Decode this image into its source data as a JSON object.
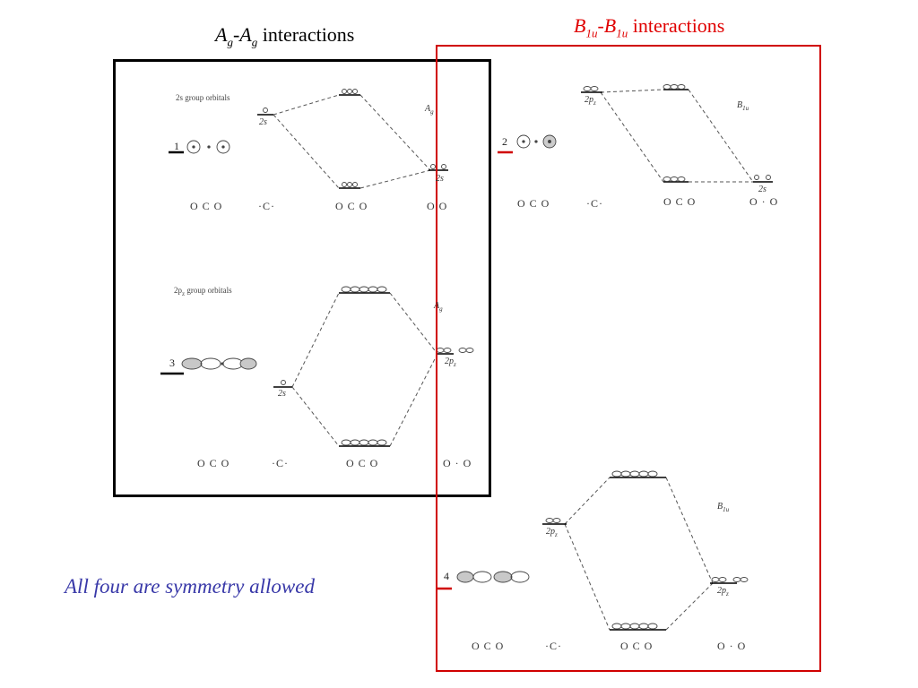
{
  "titles": {
    "ag": {
      "sym": "A",
      "sub": "g",
      "sym2": "A",
      "sub2": "g",
      "text": " interactions"
    },
    "b1u": {
      "sym": "B",
      "sub": "1u",
      "sym2": "B",
      "sub2": "1u",
      "text": " interactions"
    }
  },
  "colors": {
    "ag_box": "#000000",
    "b1u_box": "#d00000",
    "note": "#3838a8",
    "orbital_fill": "#c8c8c8"
  },
  "panels": {
    "p1": {
      "header": "2s group orbitals",
      "index": "1",
      "sym_label": "A",
      "sym_sub": "g",
      "c_orbital": "2s",
      "o_orbital": "2s",
      "axis": {
        "oco_left": "O  C  O",
        "c": "·C·",
        "oco_mid": "O C O",
        "oo": "O  O"
      }
    },
    "p2": {
      "index": "2",
      "sym_label": "B",
      "sym_sub": "1u",
      "c_orbital": "2p",
      "c_orbital_sub": "z",
      "o_orbital": "2s",
      "axis": {
        "oco_left": "O  C  O",
        "c": "·C·",
        "oco_mid": "O C O",
        "oo": "O · O"
      }
    },
    "p3": {
      "header_pre": "2p",
      "header_sub": "z",
      "header_post": " group orbitals",
      "index": "3",
      "sym_label": "A",
      "sym_sub": "g",
      "c_orbital": "2s",
      "o_orbital": "2p",
      "o_orbital_sub": "z",
      "axis": {
        "oco_left": "O  C  O",
        "c": "·C·",
        "oco_mid": "O C O",
        "oo": "O · O"
      }
    },
    "p4": {
      "index": "4",
      "sym_label": "B",
      "sym_sub": "1u",
      "c_orbital": "2p",
      "c_orbital_sub": "z",
      "o_orbital": "2p",
      "o_orbital_sub": "z",
      "axis": {
        "oco_left": "O  C  O",
        "c": "·C·",
        "oco_mid": "O C O",
        "oo": "O · O"
      }
    }
  },
  "note": "All four are symmetry allowed"
}
